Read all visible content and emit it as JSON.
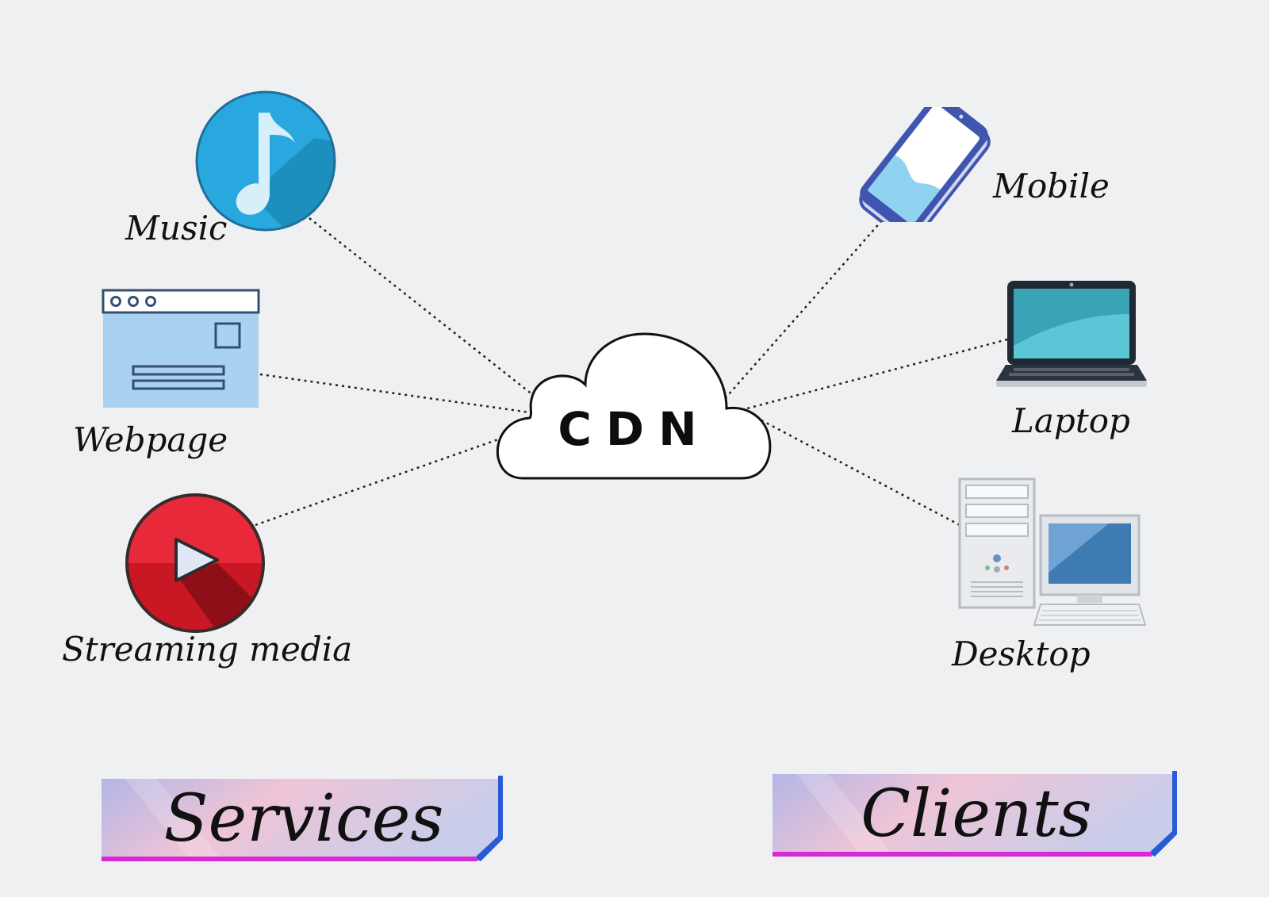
{
  "center": {
    "label": "CDN",
    "icon": "cloud-icon"
  },
  "services": {
    "banner_label": "Services",
    "items": [
      {
        "label": "Music",
        "icon": "music-note-icon"
      },
      {
        "label": "Webpage",
        "icon": "browser-window-icon"
      },
      {
        "label": "Streaming media",
        "icon": "play-button-icon"
      }
    ]
  },
  "clients": {
    "banner_label": "Clients",
    "items": [
      {
        "label": "Mobile",
        "icon": "mobile-phone-icon"
      },
      {
        "label": "Laptop",
        "icon": "laptop-icon"
      },
      {
        "label": "Desktop",
        "icon": "desktop-computer-icon"
      }
    ]
  },
  "colors": {
    "background": "#eff0f2",
    "music": "#29a8e0",
    "streaming": "#e8293a",
    "webpage": "#a9d1f2",
    "mobile": "#3f55b0",
    "laptop": "#2b7e8c",
    "banner_accent": "#2a5bd7"
  }
}
